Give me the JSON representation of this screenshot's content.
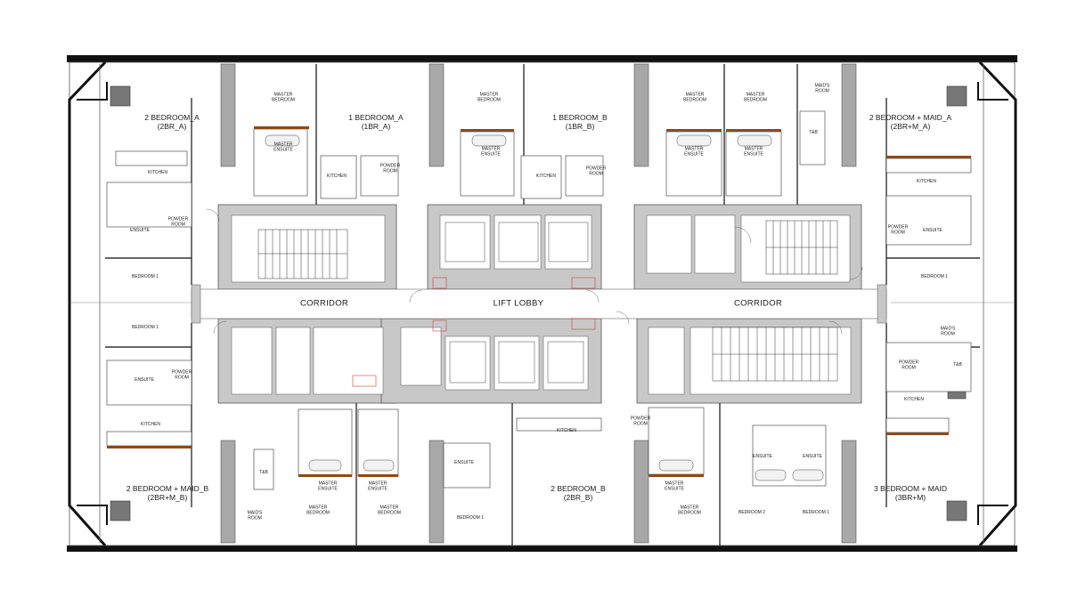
{
  "circulation": {
    "corridor_left": "CORRIDOR",
    "lift_lobby": "LIFT LOBBY",
    "corridor_right": "CORRIDOR"
  },
  "units": [
    {
      "name": "2 BEDROOM_A",
      "code": "(2BR_A)"
    },
    {
      "name": "1 BEDROOM_A",
      "code": "(1BR_A)"
    },
    {
      "name": "1 BEDROOM_B",
      "code": "(1BR_B)"
    },
    {
      "name": "2 BEDROOM + MAID_A",
      "code": "(2BR+M_A)"
    },
    {
      "name": "2 BEDROOM + MAID_B",
      "code": "(2BR+M_B)"
    },
    {
      "name": "2 BEDROOM_B",
      "code": "(2BR_B)"
    },
    {
      "name": "3 BEDROOM + MAID",
      "code": "(3BR+M)"
    }
  ],
  "rooms": {
    "master_bedroom": "MASTER\nBEDROOM",
    "master_ensuite": "MASTER\nENSUITE",
    "powder_room": "POWDER\nROOM",
    "maids_room": "MAID'S\nROOM",
    "kitchen": "KITCHEN",
    "ensuite": "ENSUITE",
    "bedroom_1": "BEDROOM 1",
    "bedroom_2": "BEDROOM 2",
    "tsb": "T&B"
  },
  "colors": {
    "wall": "#333333",
    "core": "#c8c8c8",
    "column": "#9a9a9a",
    "timber": "#8a4a1c",
    "outline": "#111111"
  }
}
